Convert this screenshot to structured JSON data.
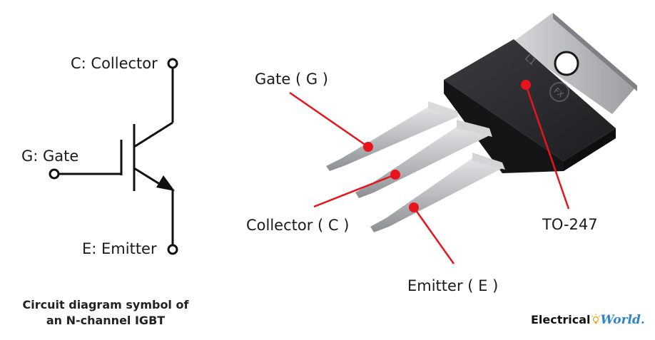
{
  "symbol": {
    "collector_label": "C: Collector",
    "gate_label": "G: Gate",
    "emitter_label": "E: Emitter",
    "caption_line1": "Circuit diagram symbol of",
    "caption_line2": "an N-channel IGBT"
  },
  "package": {
    "gate_label": "Gate ( G )",
    "collector_label": "Collector ( C )",
    "emitter_label": "Emitter ( E )",
    "package_label": "TO-247",
    "back_marking": "L1",
    "logo_marking": "FX"
  },
  "brand": {
    "part1": "Electrical",
    "part2": "World."
  },
  "colors": {
    "marker": "#e8141c",
    "line": "#111111",
    "body": "#2c2c2e",
    "tab": "#bfc1c4",
    "brand_blue": "#2e86c9"
  }
}
